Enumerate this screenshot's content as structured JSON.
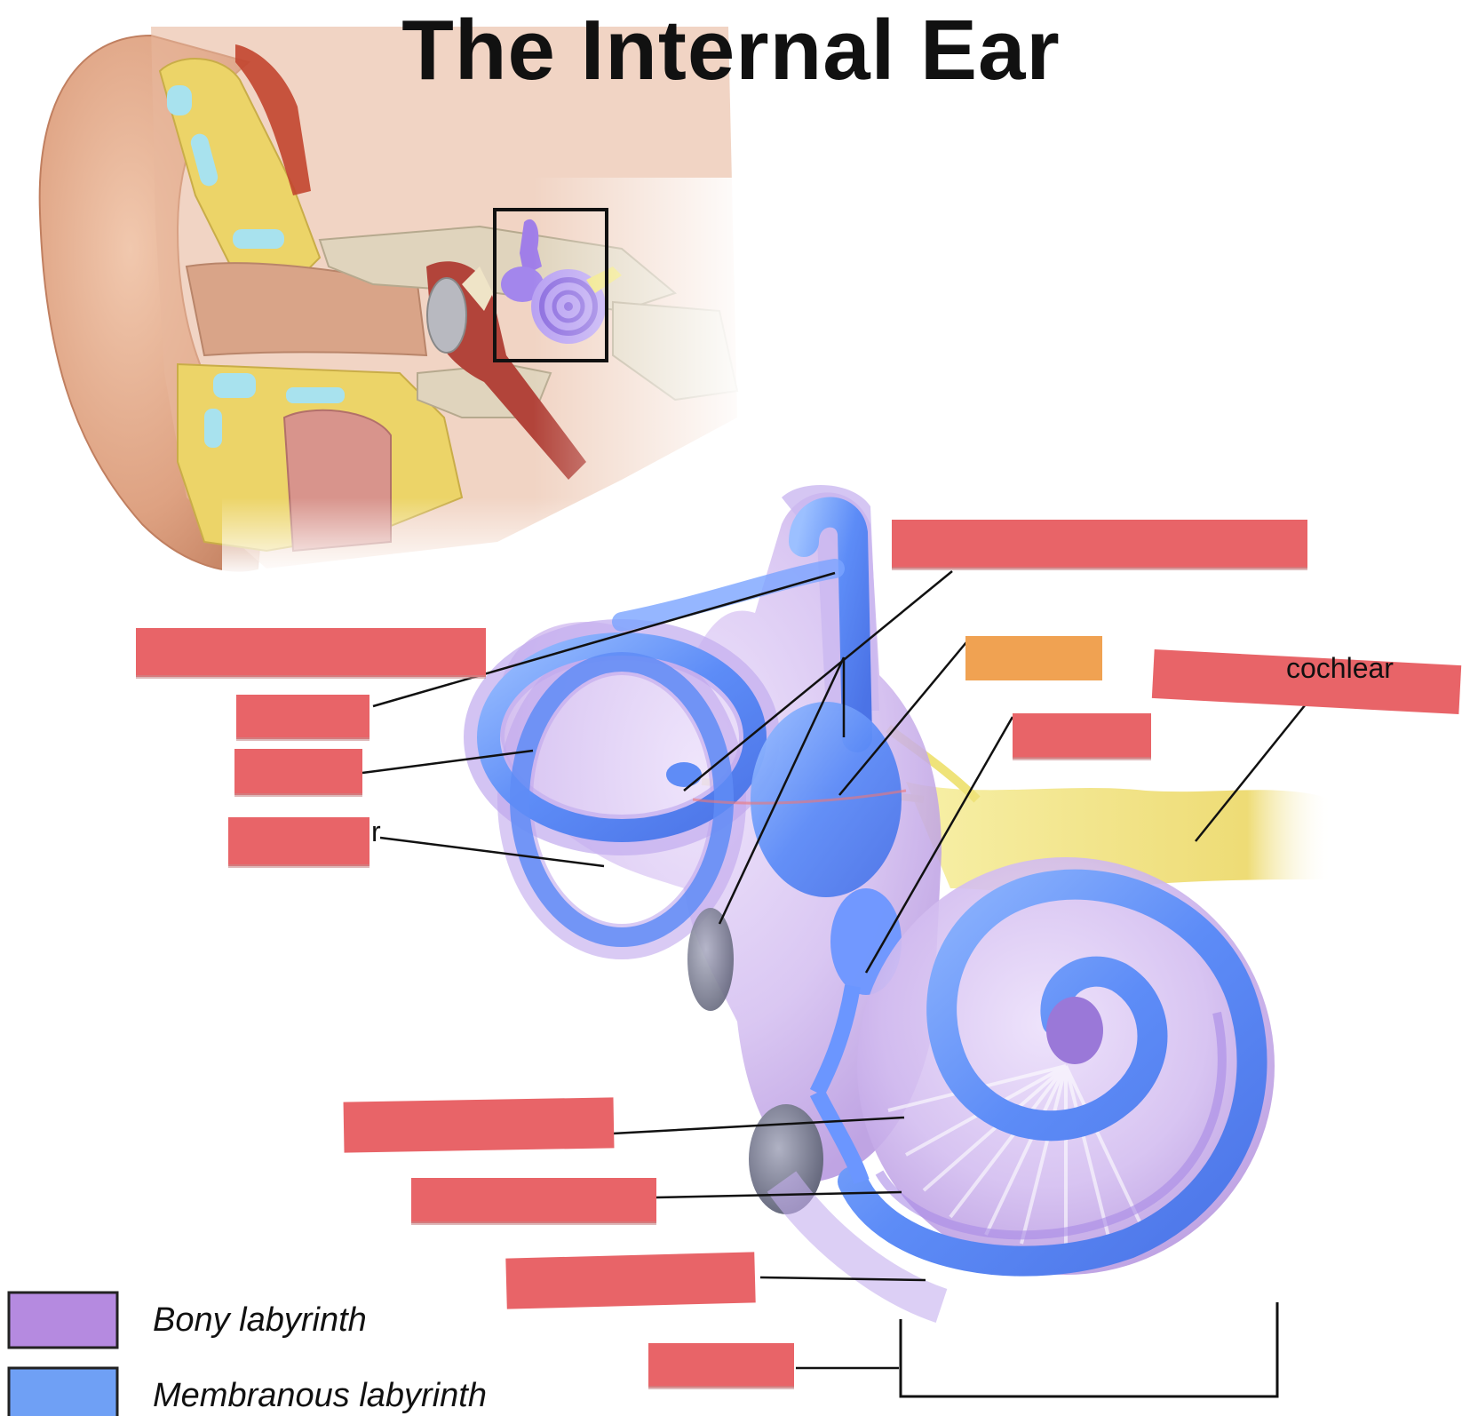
{
  "title": "The Internal Ear",
  "legend": [
    {
      "label": "Bony labyrinth",
      "color": "#b58ae0"
    },
    {
      "label": "Membranous labyrinth",
      "color": "#6fa0f5"
    }
  ],
  "visible_partial_text": {
    "cochlear": "cochlear",
    "r": "r"
  },
  "colors": {
    "label_box": "#e86468",
    "label_box_highlight": "#f0a252",
    "bony": "#c7a8ea",
    "membranous": "#6b96ff",
    "nerve": "#efe37a",
    "skin": "#e2ac8f",
    "bone": "#e8d060"
  },
  "icons": [
    "ear-cross-section-illustration",
    "inner-ear-illustration"
  ]
}
